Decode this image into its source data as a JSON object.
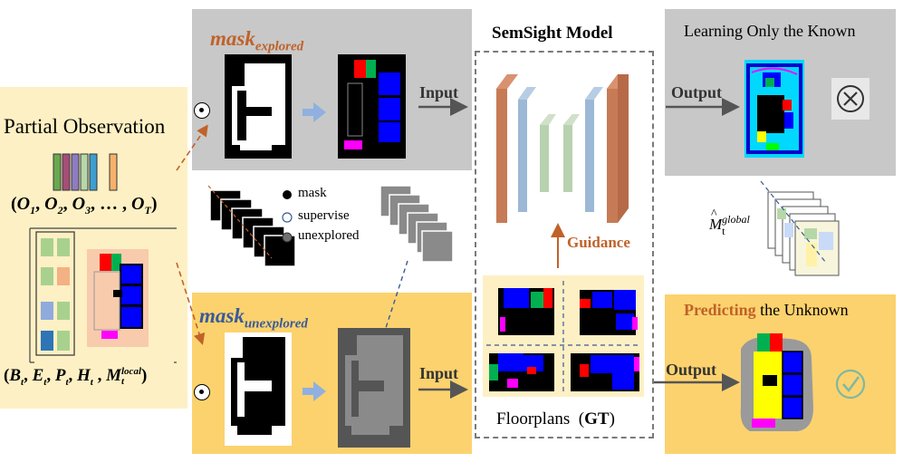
{
  "partial_obs": {
    "title": "Partial Observation",
    "obs_seq": {
      "open": "(",
      "o": "O",
      "subs": [
        "1",
        "2",
        "3"
      ],
      "ellipsis": "…",
      "last_sub": "T",
      "close": ")"
    },
    "state": {
      "open": "(",
      "vars": [
        {
          "base": "B",
          "sub": "t"
        },
        {
          "base": "E",
          "sub": "t"
        },
        {
          "base": "P",
          "sub": "t"
        },
        {
          "base": "H",
          "sub": "t"
        }
      ],
      "map": {
        "base": "M",
        "sub": "t",
        "sup": "local"
      },
      "close": ")"
    }
  },
  "top_panel": {
    "mask": {
      "base": "mask",
      "sub": "explored"
    },
    "input_label": "Input",
    "output_label": "Output",
    "input_icon": "circle-dot-icon"
  },
  "bottom_panel": {
    "mask": {
      "base": "mask",
      "sub": "unexplored"
    },
    "input_label": "Input",
    "output_label": "Output",
    "input_icon": "circle-dot-icon"
  },
  "legend": {
    "items": [
      {
        "label": "mask",
        "icon": "filled-black-dot"
      },
      {
        "label": "supervise",
        "icon": "hollow-dot"
      },
      {
        "label": "unexplored",
        "icon": "gray-dot"
      }
    ]
  },
  "model": {
    "title": "SemSight Model",
    "guidance": "Guidance",
    "floorplans": "Floorplans",
    "gt": "GT",
    "gt_open": "(",
    "gt_close": ")"
  },
  "right_top": {
    "title": "Learning Only the Known",
    "result_icon": "cross-circle-icon"
  },
  "global_map": {
    "base": "M",
    "hat": "^",
    "sub": "t",
    "sup": "global"
  },
  "right_bottom": {
    "title_highlight": "Predicting",
    "title_rest": " the Unknown",
    "result_icon": "check-circle-icon"
  },
  "colors": {
    "gray_panel": "#c8c8c8",
    "yellow_panel": "#fcd26e",
    "beige_panel": "#fdf0c4",
    "accent_orange": "#c0622a",
    "accent_blue": "#3a5a98",
    "arrow_blue": "#8fb0e0",
    "layer_brown": "#c77a56",
    "layer_blue": "#9cb8d6",
    "layer_green": "#b8d2b0"
  }
}
